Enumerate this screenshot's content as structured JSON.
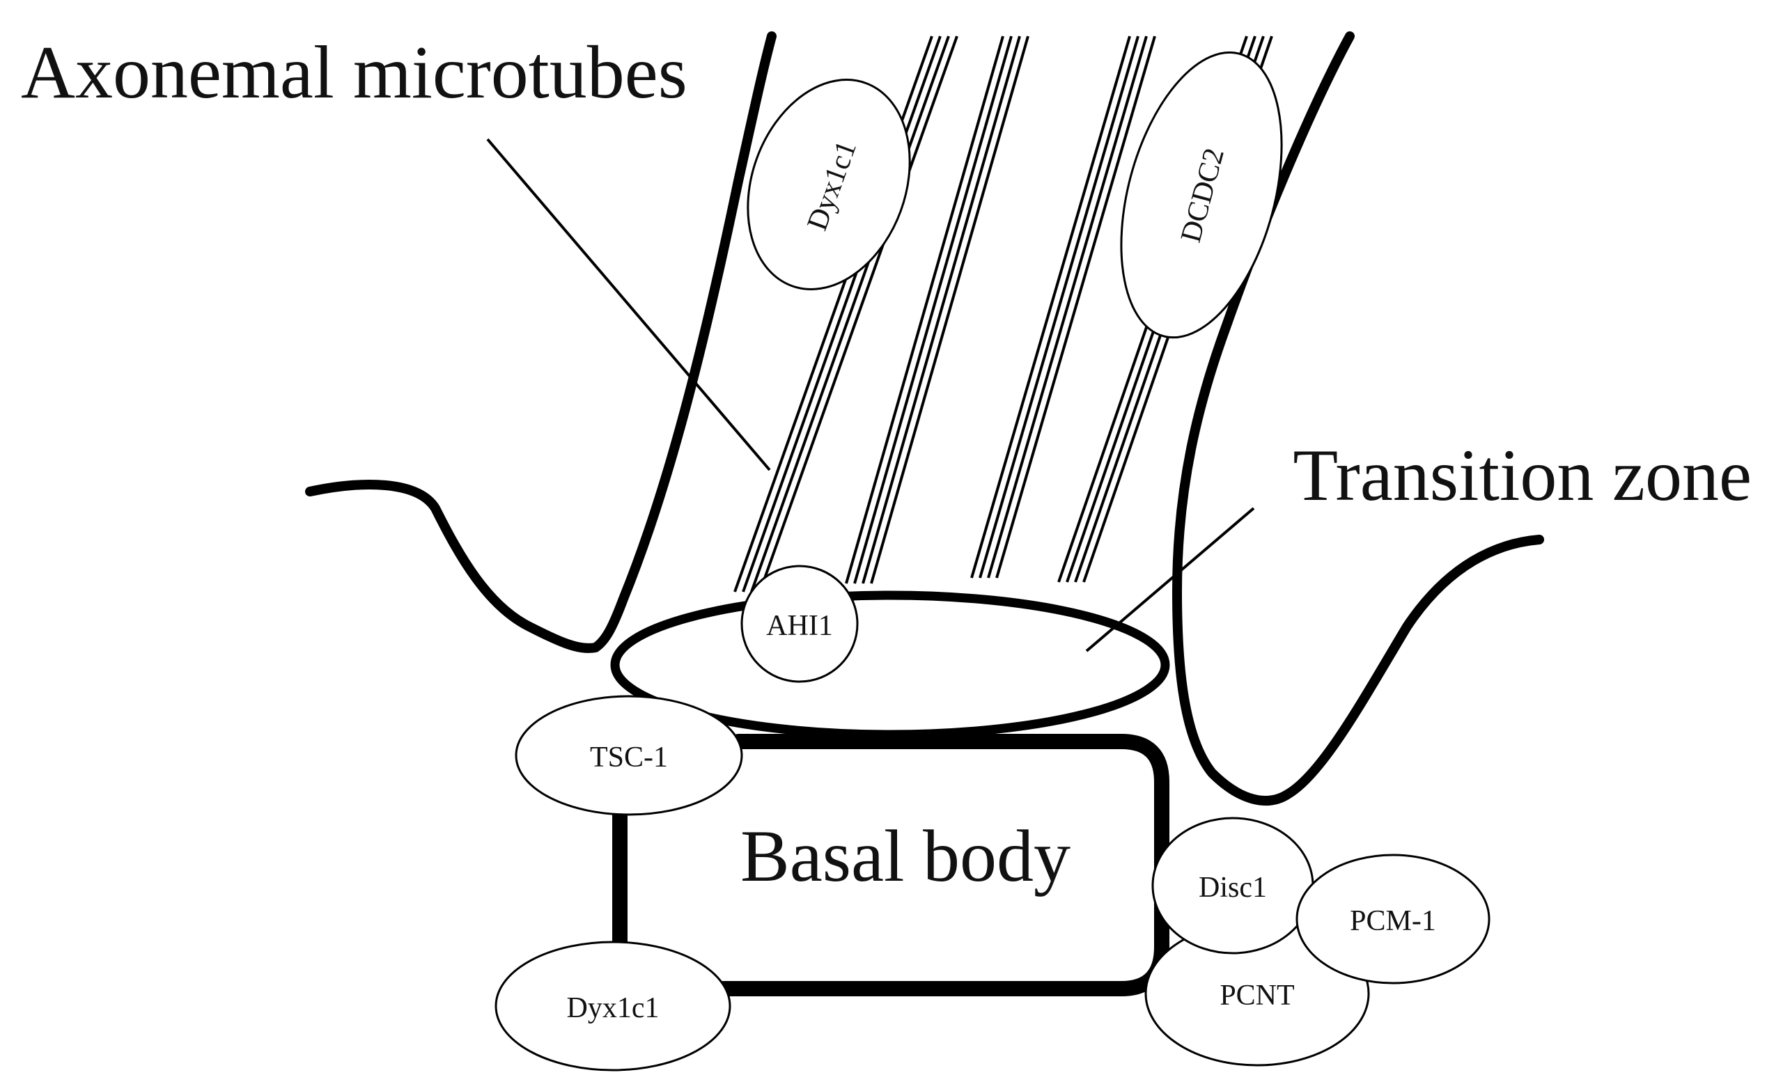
{
  "labels": {
    "axonemal_microtubes": "Axonemal microtubes",
    "transition_zone": "Transition zone",
    "basal_body": "Basal body"
  },
  "proteins": {
    "dyx1c1_top": "Dyx1c1",
    "dcdc2": "DCDC2",
    "ahi1": "AHI1",
    "tsc1": "TSC-1",
    "dyx1c1_bottom": "Dyx1c1",
    "disc1": "Disc1",
    "pcm1": "PCM-1",
    "pcnt": "PCNT"
  },
  "colors": {
    "line": "#000000",
    "background": "#ffffff",
    "text": "#111111"
  }
}
